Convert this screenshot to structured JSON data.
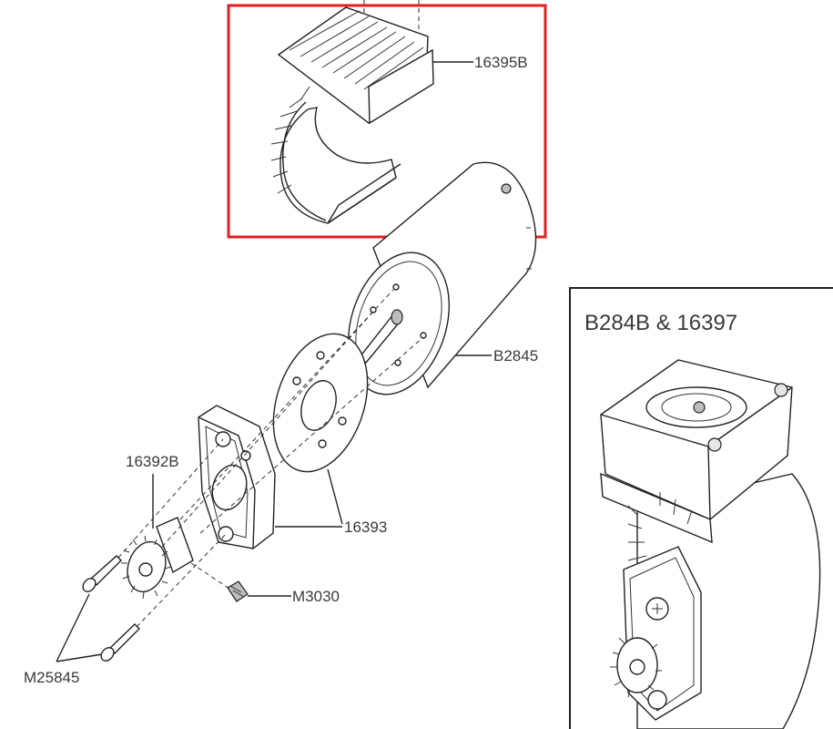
{
  "labels": {
    "heatsink": "16395B",
    "motor": "B2845",
    "pinion": "16392B",
    "mount": "16393",
    "set_screw": "M3030",
    "screws": "M25845"
  },
  "inset": {
    "title": "B284B & 16397"
  },
  "colors": {
    "highlight": "#e02020",
    "line": "#222222",
    "label": "#3a3a3a"
  }
}
